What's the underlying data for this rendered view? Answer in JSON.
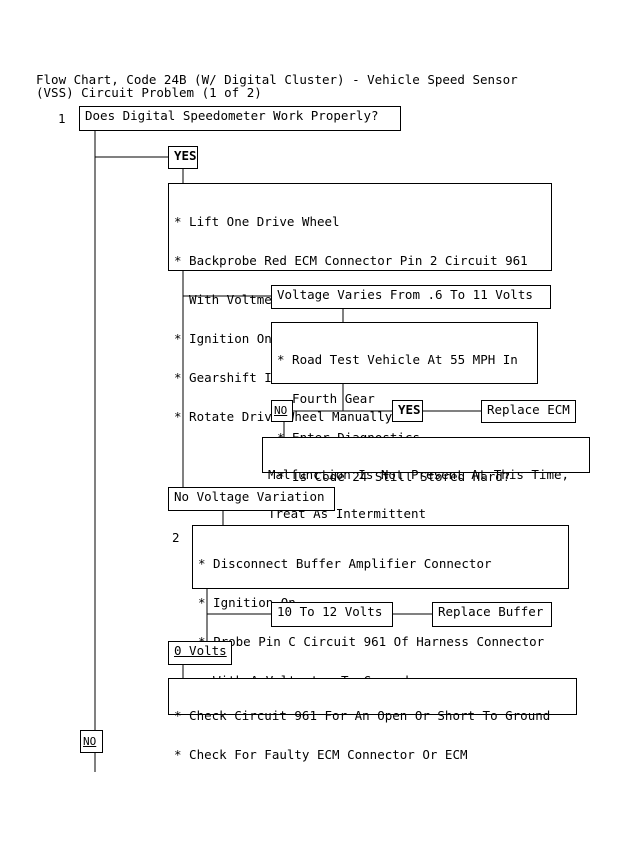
{
  "title": {
    "line1": "Flow Chart, Code 24B (W/ Digital Cluster) - Vehicle Speed Sensor",
    "line2": "(VSS) Circuit Problem (1 of 2)"
  },
  "step1": {
    "number": "1",
    "question": "Does Digital Speedometer Work Properly?"
  },
  "yes1": "YES",
  "checklist1": [
    "* Lift One Drive Wheel",
    "* Backprobe Red ECM Connector Pin 2 Circuit 961",
    "  With Voltmeter To Ground",
    "* Ignition On",
    "* Gearshift In Neutral",
    "* Rotate Drive Wheel Manually"
  ],
  "voltage_varies": "Voltage Varies From .6 To 11 Volts",
  "checklist2": [
    "* Road Test Vehicle At 55 MPH In",
    "  Fourth Gear",
    "* Enter Diagnostics",
    "* Is Code 24 Still Stored Hard?"
  ],
  "no2": "NO",
  "yes2": "YES",
  "replace_ecm": "Replace ECM",
  "malfunction": [
    "Malfunction Is Not Present At This Time,",
    "Treat As Intermittent"
  ],
  "no_voltage": "No Voltage Variation",
  "step2": {
    "number": "2",
    "lines": [
      "* Disconnect Buffer Amplifier Connector",
      "* Ignition On",
      "* Probe Pin C Circuit 961 Of Harness Connector",
      "  With A Voltmeter To Ground"
    ]
  },
  "ten_twelve": "10 To 12 Volts",
  "replace_buffer": "Replace Buffer",
  "zero_volts": "0 Volts",
  "checklist3": [
    "* Check Circuit 961 For An Open Or Short To Ground",
    "* Check For Faulty ECM Connector Or ECM"
  ],
  "no_bottom": "NO"
}
